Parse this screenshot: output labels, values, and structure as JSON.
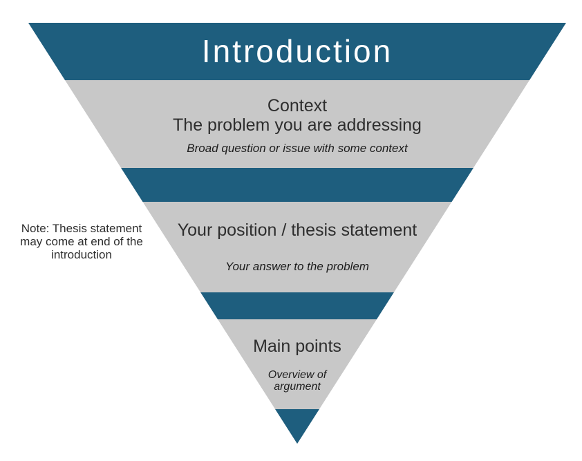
{
  "colors": {
    "teal": "#1E5E7E",
    "gray": "#C8C8C8",
    "title_text": "#FFFFFF",
    "heading_text": "#2E2E2E",
    "background": "#FFFFFF"
  },
  "funnel": {
    "title": "Introduction",
    "levels": [
      {
        "heading_line1": "Context",
        "heading_line2": "The problem you are addressing",
        "detail": "Broad question or issue with some context"
      },
      {
        "heading": "Your position / thesis statement",
        "detail": "Your answer to the problem"
      },
      {
        "heading": "Main points",
        "detail": "Overview of argument"
      }
    ]
  },
  "side_note": {
    "lines": [
      "Note: Thesis statement",
      "may come at end of the",
      "introduction"
    ]
  }
}
